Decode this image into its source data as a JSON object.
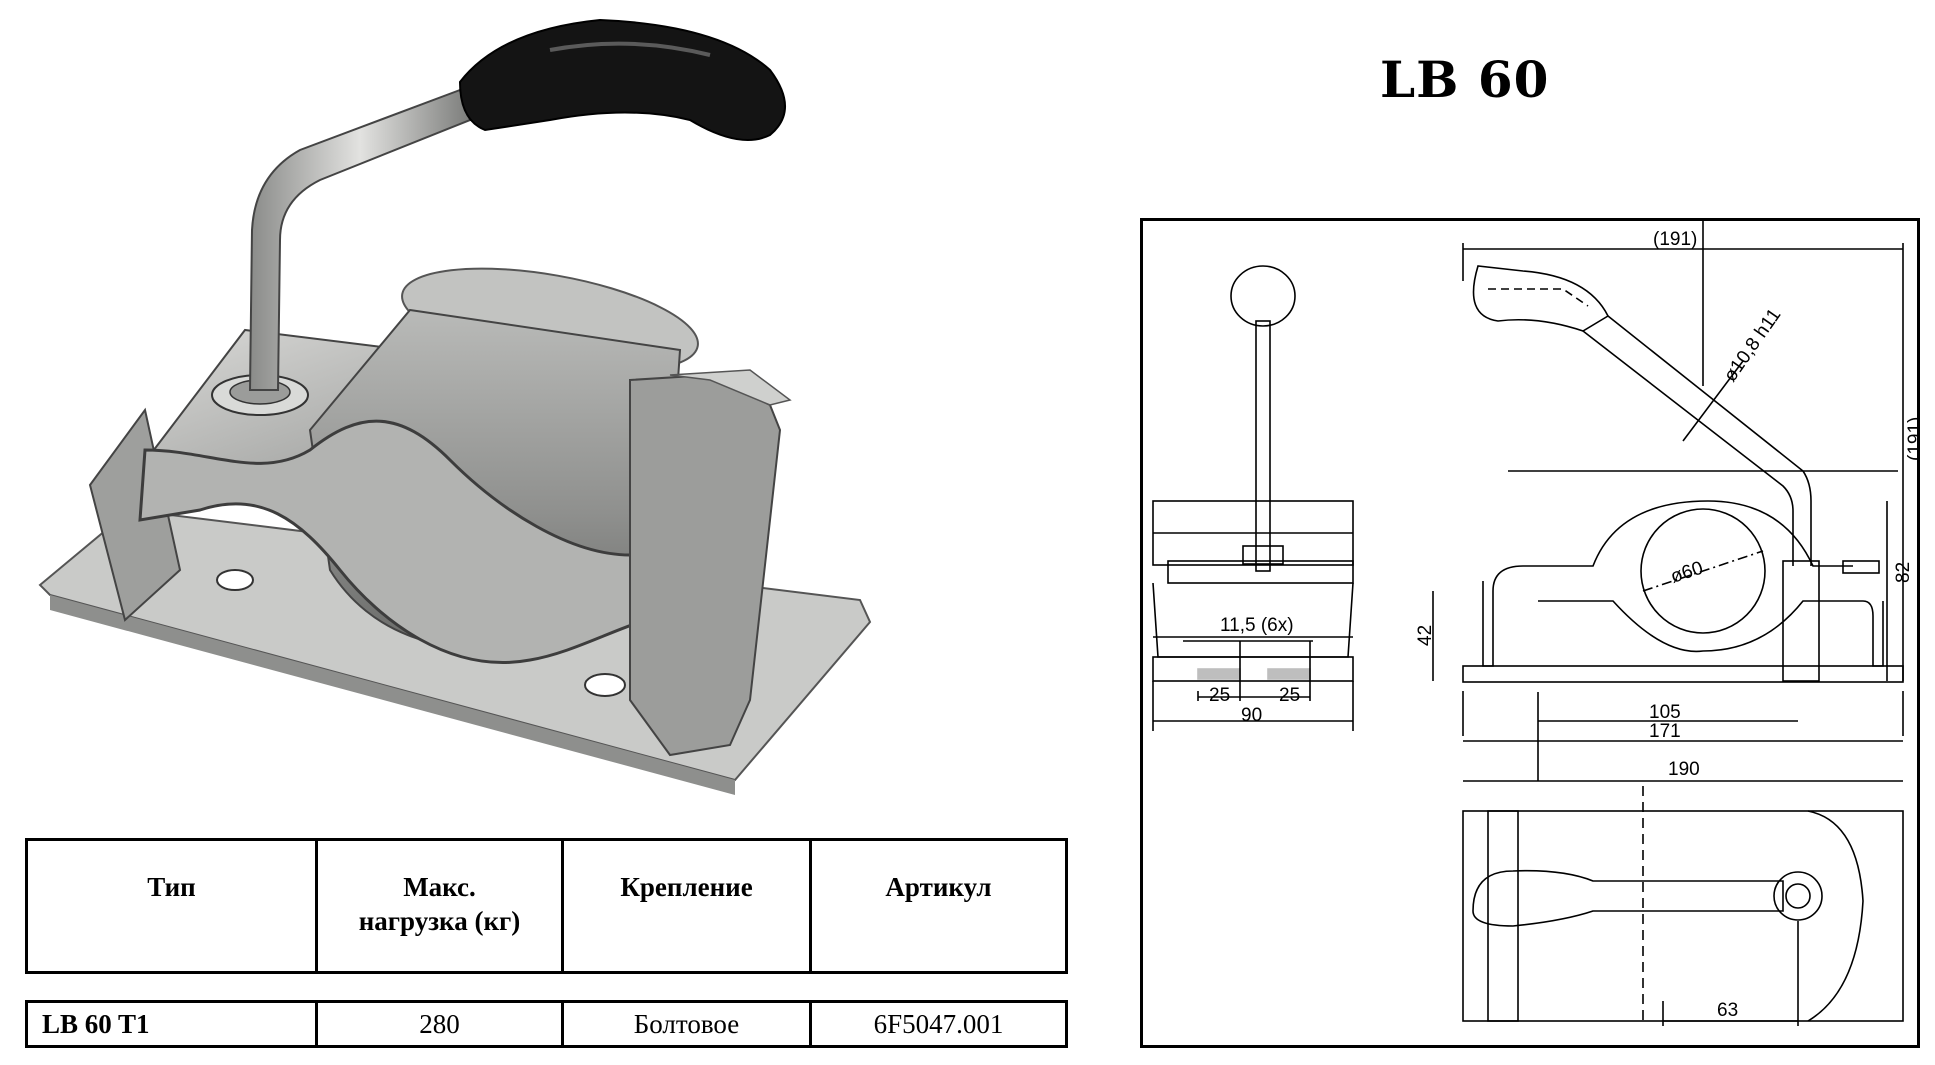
{
  "title": "LB 60",
  "table": {
    "headers": [
      "Тип",
      "Макс.\nнагрузка (кг)",
      "Крепление",
      "Артикул"
    ],
    "row": [
      "LB 60 T1",
      "280",
      "Болтовое",
      "6F5047.001"
    ]
  },
  "drawing": {
    "front_view": {
      "hole_label": "11,5 (6x)",
      "spacing_left": "25",
      "spacing_right": "25",
      "width": "90"
    },
    "side_view": {
      "top_length": "(191)",
      "rod_diameter": "ø10,8 h11",
      "height_total": "(191)",
      "tube_diameter": "ø60",
      "height_82": "82",
      "height_42": "42",
      "hole_spacing": "105",
      "base_length": "171"
    },
    "top_view": {
      "length": "190",
      "offset": "63"
    }
  }
}
